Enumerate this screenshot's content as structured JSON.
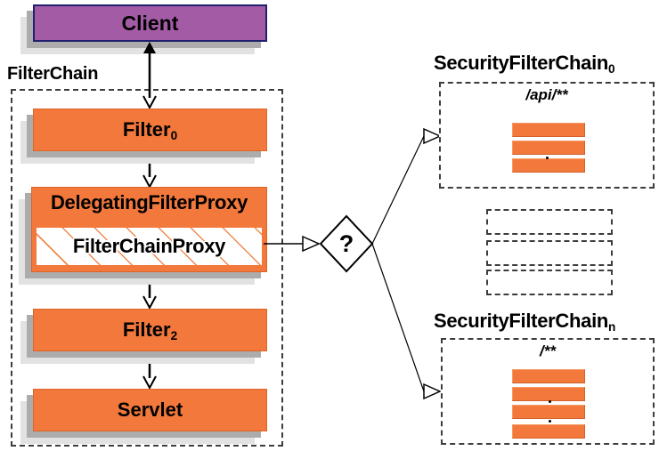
{
  "diagram": {
    "client": {
      "label": "Client"
    },
    "filter_chain": {
      "label": "FilterChain",
      "filter0": {
        "label": "Filter",
        "sub": "0"
      },
      "delegating_filter_proxy": {
        "label": "DelegatingFilterProxy"
      },
      "filter_chain_proxy": {
        "label": "FilterChainProxy"
      },
      "filter2": {
        "label": "Filter",
        "sub": "2"
      },
      "servlet": {
        "label": "Servlet"
      }
    },
    "decision": {
      "label": "?"
    },
    "security_filter_chains": {
      "chain0": {
        "title": "SecurityFilterChain",
        "sub": "0",
        "url_pattern": "/api/**",
        "filter_count": 3
      },
      "chain_n": {
        "title": "SecurityFilterChain",
        "sub": "n",
        "url_pattern": "/**",
        "filter_count": 4
      },
      "hidden_chain_placeholder_count": 3
    },
    "colors": {
      "box_orange": "#f2783c",
      "client_purple": "#a35ba6",
      "client_border": "#20206e",
      "shadow_gray": "#acacac",
      "shadow_light": "#e2e2e2",
      "dashed_border": "#3d3d3d"
    }
  }
}
